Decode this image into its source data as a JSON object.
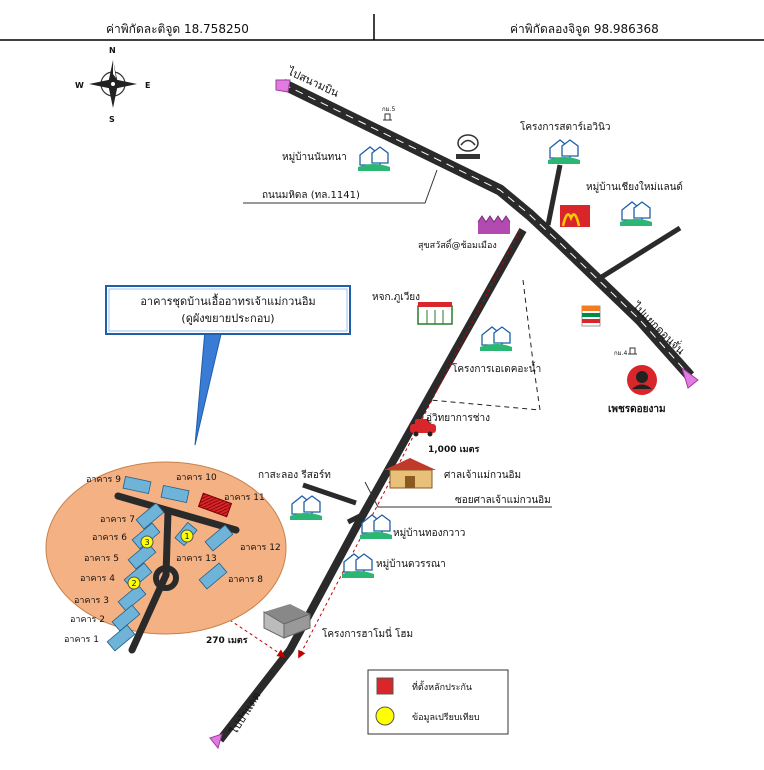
{
  "header": {
    "latitude": "ค่าพิกัดละติจูด 18.758250",
    "longitude": "ค่าพิกัดลองจิจูด 98.986368"
  },
  "compass": {
    "n": "N",
    "s": "S",
    "e": "E",
    "w": "W"
  },
  "roads": {
    "to_airport": "ไปสนามบิน",
    "to_rim_ping": "ไปแยกดอนจั่น",
    "to_pa_daet": "ไปป่าแดด",
    "mahidol": "ถนนมหิดล (ทล.1141)",
    "soi_shrine": "ซอยศาลเจ้าแม่กวนอิม",
    "km5": "กม.5",
    "km4": "กม.4"
  },
  "callout": {
    "line1": "อาคารชุดบ้านเอื้ออาทรเจ้าแม่กวนอิม",
    "line2": "(ดูผังขยายประกอบ)"
  },
  "places": {
    "nanthana": "หมู่บ้านนันทนา",
    "star_avenue": "โครงการสตาร์เอวินิว",
    "chiang_mai_land": "หมู่บ้านเชียงใหม่แลนด์",
    "sukhotai": "สุขสวัสดิ์@ช้อมเมือง",
    "post_office": "หจก.ภูเวียง",
    "ae_dee": "โครงการเอเดคอะน้ำ",
    "petch_doi": "เพชรดอยงาม",
    "technical": "อู่วิทยาการช่าง",
    "shrine": "ศาลเจ้าแม่กวนอิม",
    "kasalong": "กาสะลอง รีสอร์ท",
    "thong_kwao": "หมู่บ้านทองกวาว",
    "duangrasami": "หมู่บ้านดวรรณา",
    "samoe_home": "โครงการฮาโมนี่ โฮม"
  },
  "distances": {
    "d1000": "1,000 เมตร",
    "d270": "270 เมตร"
  },
  "buildings": {
    "b1": "อาคาร 1",
    "b2": "อาคาร 2",
    "b3": "อาคาร 3",
    "b4": "อาคาร 4",
    "b5": "อาคาร 5",
    "b6": "อาคาร 6",
    "b7": "อาคาร 7",
    "b8": "อาคาร 8",
    "b9": "อาคาร 9",
    "b10": "อาคาร 10",
    "b11": "อาคาร 11",
    "b12": "อาคาร 12",
    "b13": "อาคาร 13"
  },
  "markers": {
    "m1": "1",
    "m2": "2",
    "m3": "3"
  },
  "legend": {
    "collateral": "ที่ตั้งหลักประกัน",
    "comparable": "ข้อมูลเปรียบเทียบ"
  },
  "colors": {
    "road": "#2a2a2a",
    "inset": "#f4b183",
    "callout_text": "#1f3fbf",
    "collateral": "#d9262b",
    "comparable": "#ffff00",
    "building": "#6fb3d9",
    "distance": "#c00000"
  }
}
